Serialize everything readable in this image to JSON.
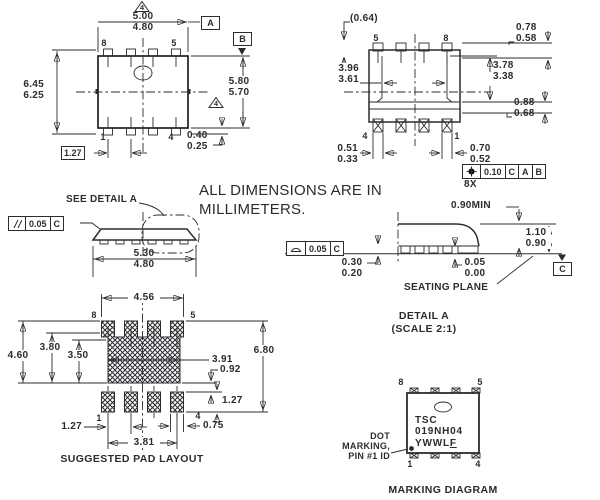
{
  "colors": {
    "ink": "#2b2b31",
    "background": "#ffffff"
  },
  "note": "ALL DIMENSIONS ARE IN\nMILLIMETERS.",
  "top_view": {
    "flag_top": "4",
    "flag_right": "4",
    "dim_width": "5.00\n4.80",
    "datum_a": "A",
    "datum_b": "B",
    "dim_span_right": "5.80\n5.70",
    "dim_height_left": "6.45\n6.25",
    "dim_lead_protrusion": "0.40\n0.25",
    "dim_pitch_boxed": "1.27",
    "pin_top_left": "8",
    "pin_top_right": "5",
    "pin_bottom_left": "1",
    "pin_bottom_right": "4"
  },
  "bottom_view": {
    "dim_ref_lead_length": "(0.64)",
    "pin_top_left": "5",
    "pin_top_right": "8",
    "pin_bottom_left": "4",
    "pin_bottom_right": "1",
    "dim_lead_height": "0.78\n0.58",
    "dim_pad_length": "3.78\n3.38",
    "dim_pad_width": "3.96\n3.61",
    "dim_shoulder": "0.88\n0.68",
    "dim_lead_width_right": "0.70\n0.52",
    "dim_lead_width_left": "0.51\n0.33",
    "fcf": {
      "symbol": "position",
      "tolerance": "0.10",
      "datum_1": "C",
      "datum_2": "A",
      "datum_3": "B",
      "qty": "8X"
    }
  },
  "side_view": {
    "callout": "SEE DETAIL A",
    "fcf": {
      "symbol": "parallelism",
      "tolerance": "0.05",
      "datum_1": "C"
    },
    "dim_body_width": "5.30\n4.80"
  },
  "detail_a": {
    "dim_min": "0.90MIN",
    "dim_total_height": "1.10\n0.90",
    "fcf": {
      "symbol": "profile",
      "tolerance": "0.05",
      "datum_1": "C"
    },
    "dim_lead_thickness": "0.30\n0.20",
    "dim_standoff": "0.05\n0.00",
    "seating_plane_label": "SEATING PLANE",
    "datum_c": "C",
    "caption_line1": "DETAIL A",
    "caption_line2": "(SCALE 2:1)"
  },
  "pad_layout": {
    "dim_row_width": "4.56",
    "dim_overall_height": "4.60",
    "dim_mid_height": "3.80",
    "dim_pad_height": "3.50",
    "dim_pad_width": "3.91",
    "dim_gap": "0.92",
    "dim_total_height": "6.80",
    "dim_small_pad_height": "1.27",
    "dim_small_pad_width": "0.75",
    "dim_pitch": "1.27",
    "dim_span": "3.81",
    "pin_top_left": "8",
    "pin_top_right": "5",
    "pin_bottom_left": "1",
    "pin_bottom_right": "4",
    "caption": "SUGGESTED PAD LAYOUT"
  },
  "marking": {
    "pin_top_left": "8",
    "pin_top_right": "5",
    "pin_bottom_left": "1",
    "pin_bottom_right": "4",
    "line1": "TSC",
    "line2": "019NH04",
    "line3": "YWWL",
    "line3_underlined": "F",
    "dot_label": "DOT\nMARKING,\nPIN #1 ID",
    "caption": "MARKING DIAGRAM"
  }
}
